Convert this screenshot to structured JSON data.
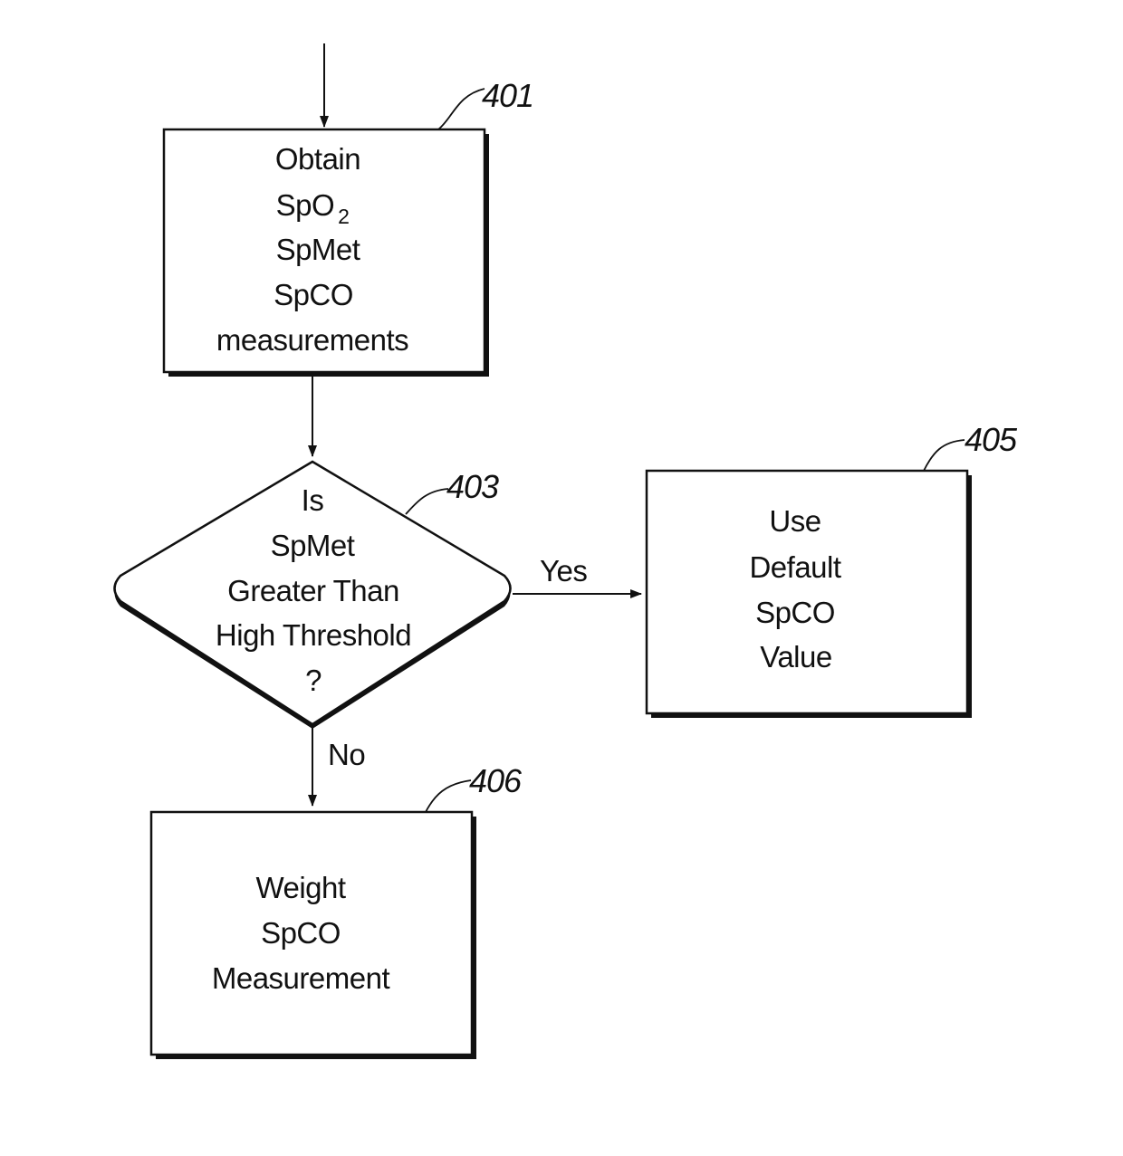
{
  "nodes": {
    "n401": {
      "ref": "401",
      "lines": [
        "Obtain",
        "SpO",
        "SpMet",
        "SpCO",
        "measurements"
      ],
      "spo2_subscript": "2"
    },
    "n403": {
      "ref": "403",
      "lines": [
        "Is",
        "SpMet",
        "Greater Than",
        "High Threshold",
        "?"
      ]
    },
    "n405": {
      "ref": "405",
      "lines": [
        "Use",
        "Default",
        "SpCO",
        "Value"
      ]
    },
    "n406": {
      "ref": "406",
      "lines": [
        "Weight",
        "SpCO",
        "Measurement"
      ]
    }
  },
  "edges": {
    "yes_label": "Yes",
    "no_label": "No"
  },
  "colors": {
    "stroke": "#111111",
    "background": "#ffffff"
  }
}
